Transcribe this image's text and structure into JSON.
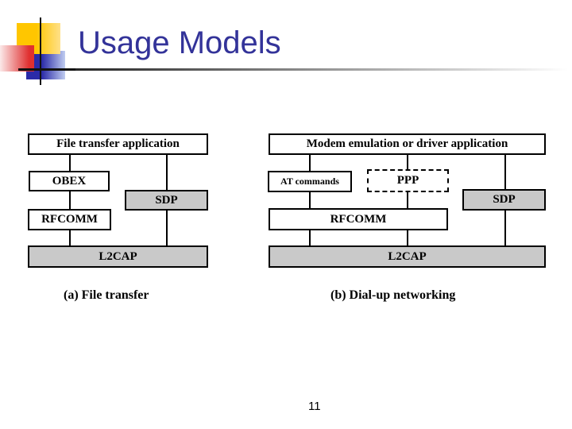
{
  "slide": {
    "title": "Usage Models",
    "page_number": "11"
  },
  "diagrams": [
    {
      "id": "a",
      "caption": "(a) File transfer",
      "boxes": {
        "app": "File transfer application",
        "obex": "OBEX",
        "sdp": "SDP",
        "rfcomm": "RFCOMM",
        "l2cap": "L2CAP"
      }
    },
    {
      "id": "b",
      "caption": "(b) Dial-up networking",
      "boxes": {
        "app": "Modem emulation or driver application",
        "at_commands": "AT commands",
        "ppp": "PPP",
        "sdp": "SDP",
        "rfcomm": "RFCOMM",
        "l2cap": "L2CAP"
      }
    }
  ],
  "colors": {
    "title_text": "#333399",
    "box_fill_gray": "#C9C9C9",
    "box_fill_white": "#FFFFFF",
    "box_border": "#000000",
    "deco_yellow": "#FFC600",
    "deco_blue": "#2B2BA8",
    "deco_red": "#E03030"
  }
}
